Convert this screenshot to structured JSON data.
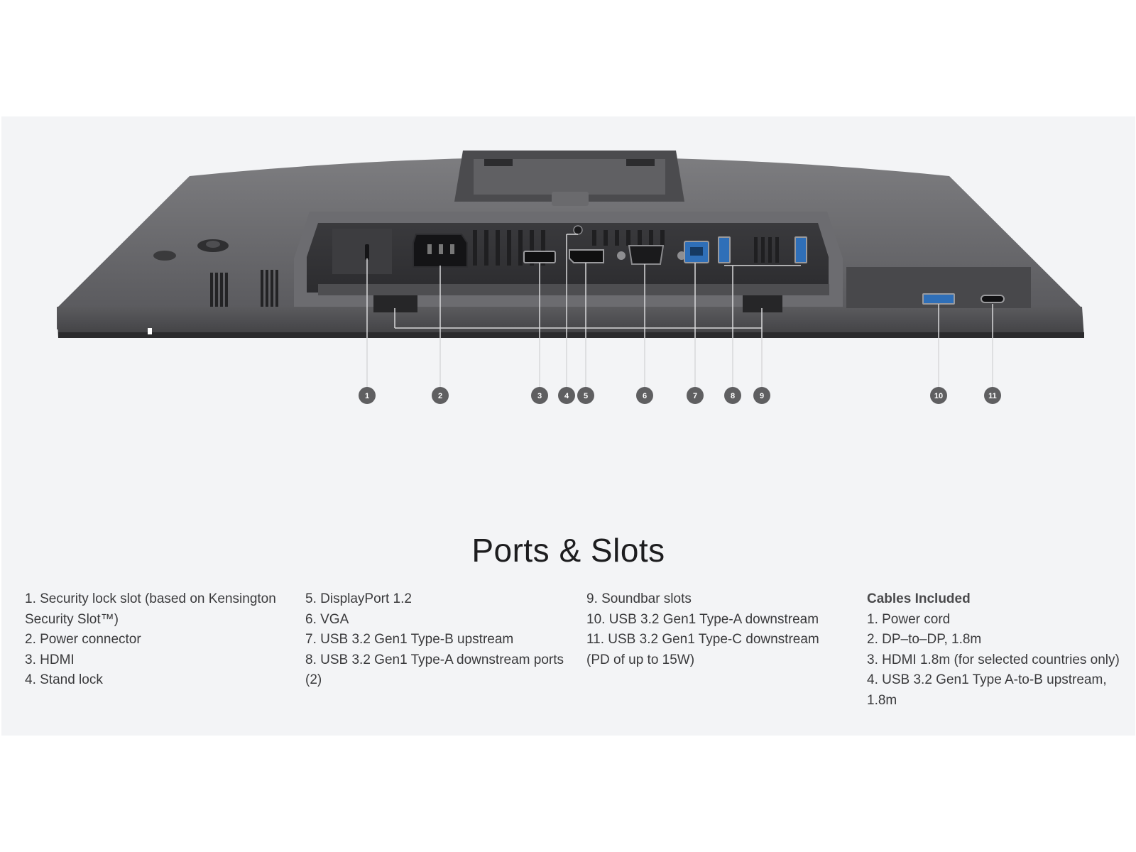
{
  "title": "Ports & Slots",
  "callouts": [
    "1",
    "2",
    "3",
    "4",
    "5",
    "6",
    "7",
    "8",
    "9",
    "10",
    "11"
  ],
  "ports_col1": [
    "1. Security lock slot (based on Kensington Security Slot™)",
    "2. Power connector",
    "3. HDMI",
    "4. Stand lock"
  ],
  "ports_col2": [
    "5. DisplayPort 1.2",
    "6. VGA",
    "7. USB 3.2 Gen1 Type-B upstream",
    "8. USB 3.2 Gen1 Type-A downstream ports (2)"
  ],
  "ports_col3": [
    "9. Soundbar slots",
    "10. USB 3.2 Gen1 Type-A downstream",
    "11. USB 3.2 Gen1 Type-C downstream (PD of up to 15W)"
  ],
  "cables": {
    "heading": "Cables Included",
    "items": [
      "1. Power cord",
      "2. DP–to–DP, 1.8m",
      "3. HDMI 1.8m (for selected countries only)",
      "4. USB 3.2 Gen1 Type A-to-B upstream, 1.8m"
    ]
  },
  "colors": {
    "panel_bg": "#f3f4f6",
    "monitor_body": "#4a4a4c",
    "badge": "#5f5f61",
    "usb_blue": "#2f6fb8"
  }
}
